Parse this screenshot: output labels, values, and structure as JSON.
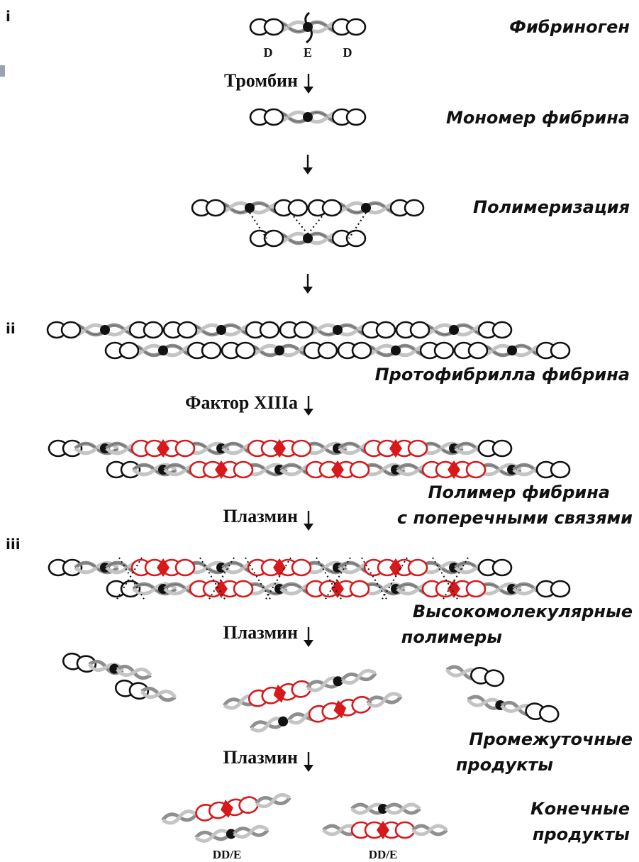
{
  "stages": {
    "i": "i",
    "ii": "ii",
    "iii": "iii"
  },
  "domains": {
    "d_left": "D",
    "e_center": "E",
    "d_right": "D"
  },
  "steps": {
    "fibrinogen": "Фибриноген",
    "thrombin": "Тромбин",
    "fibrin_monomer": "Мономер фибрина",
    "polymerization": "Полимеризация",
    "protofibril": "Протофибрилла фибрина",
    "factor_xiiia": "Фактор XIIIa",
    "crosslinked_line1": "Полимер фибрина",
    "crosslinked_line2": "с поперечными связями",
    "plasmin_1": "Плазмин",
    "hmw_line1": "Высокомолекулярные",
    "hmw_line2": "полимеры",
    "plasmin_2": "Плазмин",
    "intermediate_line1": "Промежуточные",
    "intermediate_line2": "продукты",
    "plasmin_3": "Плазмин",
    "final_line1": "Конечные",
    "final_line2": "продукты"
  },
  "fragments": {
    "dde_left": "DD/E",
    "dde_right": "DD/E"
  },
  "colors": {
    "crosslink_red": "#d7191c",
    "ink": "#111111",
    "rope": "#9a9a9a",
    "corner_mark": "#9aa3ad"
  }
}
